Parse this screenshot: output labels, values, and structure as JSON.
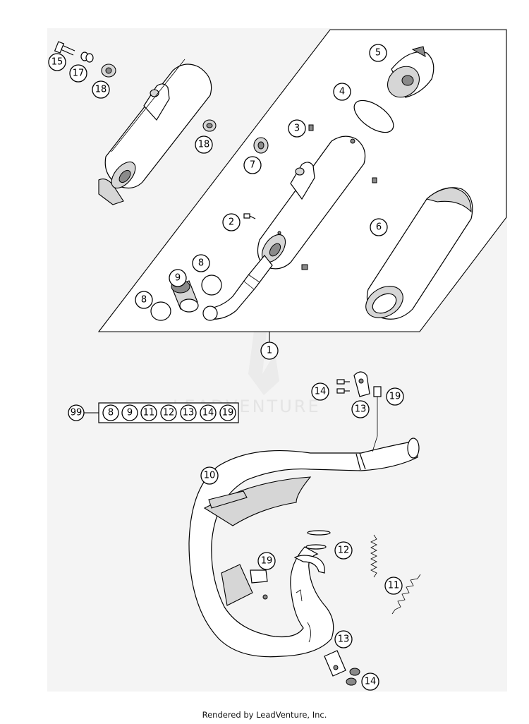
{
  "callouts": {
    "c1": "1",
    "c2": "2",
    "c3": "3",
    "c4": "4",
    "c5": "5",
    "c6": "6",
    "c7": "7",
    "c8a": "8",
    "c8b": "8",
    "c9": "9",
    "c10": "10",
    "c11": "11",
    "c12": "12",
    "c13a": "13",
    "c13b": "13",
    "c14a": "14",
    "c14b": "14",
    "c15": "15",
    "c17": "17",
    "c18a": "18",
    "c18b": "18",
    "c19a": "19",
    "c19b": "19"
  },
  "kit": {
    "label": "99",
    "items": [
      "8",
      "9",
      "11",
      "12",
      "13",
      "14",
      "19"
    ]
  },
  "watermark": "LEADVENTURE",
  "footer": "Rendered by LeadVenture, Inc."
}
